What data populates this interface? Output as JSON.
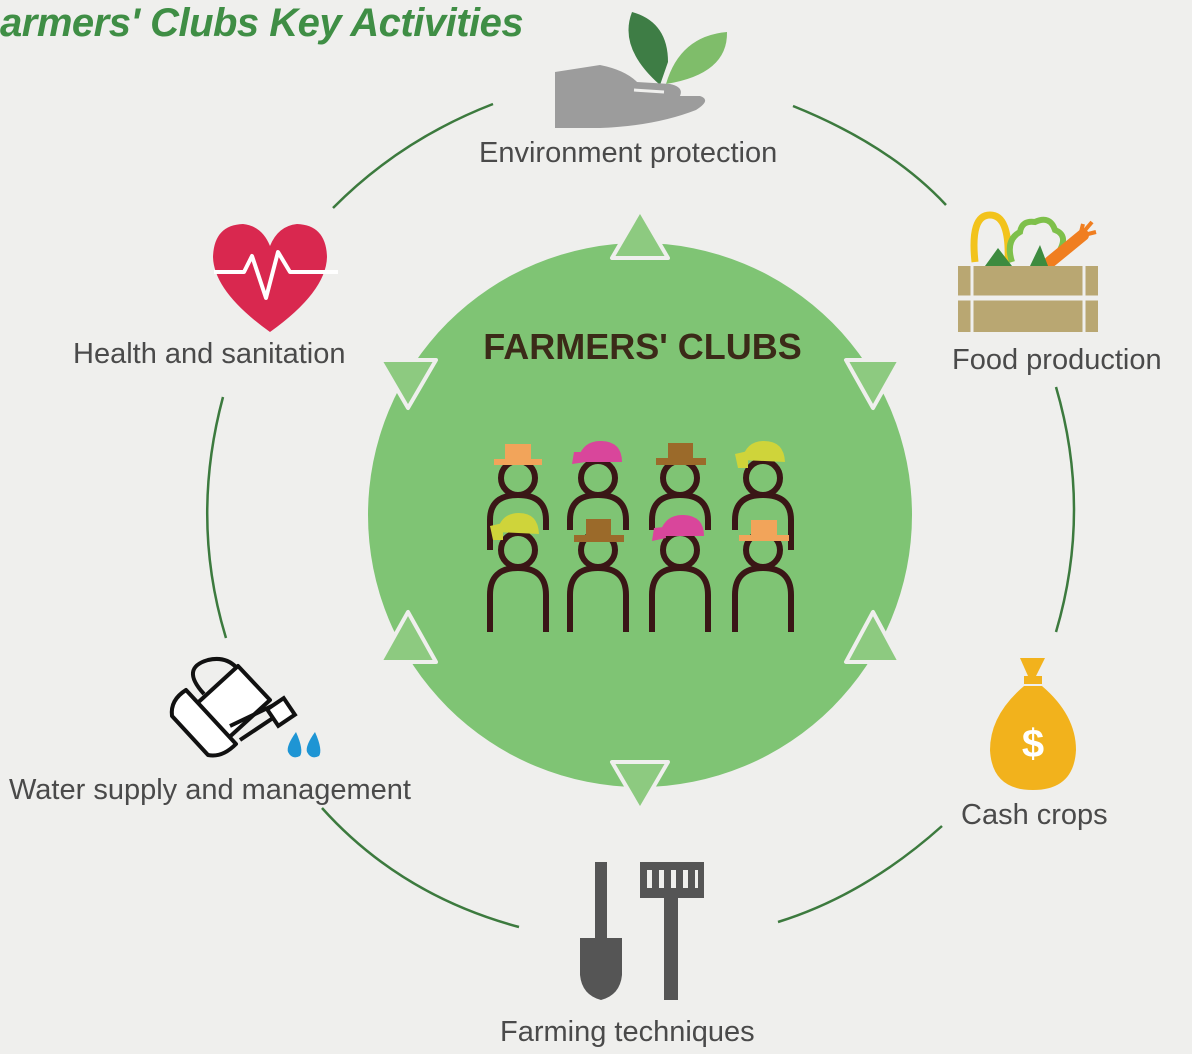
{
  "title": "armers' Clubs Key Activities",
  "center": {
    "label": "FARMERS' CLUBS"
  },
  "activities": [
    {
      "label": "Environment protection",
      "icon": "hand-with-leaves-icon"
    },
    {
      "label": "Food production",
      "icon": "vegetable-crate-icon"
    },
    {
      "label": "Cash crops",
      "icon": "money-bag-icon"
    },
    {
      "label": "Farming techniques",
      "icon": "shovel-and-rake-icon"
    },
    {
      "label": "Water supply and management",
      "icon": "watering-can-icon"
    },
    {
      "label": "Health and sanitation",
      "icon": "heartbeat-icon"
    }
  ],
  "colors": {
    "background": "#efefed",
    "title": "#3f8e45",
    "center_circle": "#7fc474",
    "ring": "#3c7a3e",
    "label_text": "#4a4a4a",
    "center_text": "#3b2a18"
  }
}
